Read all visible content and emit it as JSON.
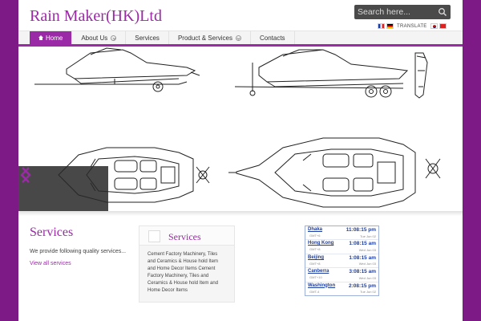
{
  "header": {
    "site_title": "Rain Maker(HK)Ltd",
    "search_placeholder": "Search here...",
    "translate_label": "TRANSLATE"
  },
  "nav": {
    "items": [
      {
        "label": "Home",
        "active": true
      },
      {
        "label": "About Us",
        "has_submenu": true
      },
      {
        "label": "Services"
      },
      {
        "label": "Product & Services",
        "has_submenu": true
      },
      {
        "label": "Contacts"
      }
    ]
  },
  "colors": {
    "brand_purple": "#9a2aa5",
    "background_purple": "#7d1a85",
    "clock_blue": "#1d3ea0"
  },
  "services_intro": {
    "heading": "Services",
    "text": "We provide following quality services...",
    "link": "View all services"
  },
  "services_box": {
    "heading": "Services",
    "text": "Cement Factory Machinery, Tiles and Ceramics & House hold Item and Home Decor Items Cement Factory Machinery, Tiles and Ceramics & House hold Item and Home Decor Items"
  },
  "world_clock": [
    {
      "city": "Dhaka",
      "tz": "GMT+6",
      "time": "11:08:15 pm",
      "date": "Tue Jun 02"
    },
    {
      "city": "Hong Kong",
      "tz": "GMT+8",
      "time": "1:08:15 am",
      "date": "Wed Jun 03"
    },
    {
      "city": "Beijing",
      "tz": "GMT+8",
      "time": "1:08:15 am",
      "date": "Wed Jun 03"
    },
    {
      "city": "Canberra",
      "tz": "GMT+10",
      "time": "3:08:15 am",
      "date": "Wed Jun 03"
    },
    {
      "city": "Washington",
      "tz": "GMT-4",
      "time": "2:08:15 pm",
      "date": "Tue Jun 02"
    }
  ]
}
